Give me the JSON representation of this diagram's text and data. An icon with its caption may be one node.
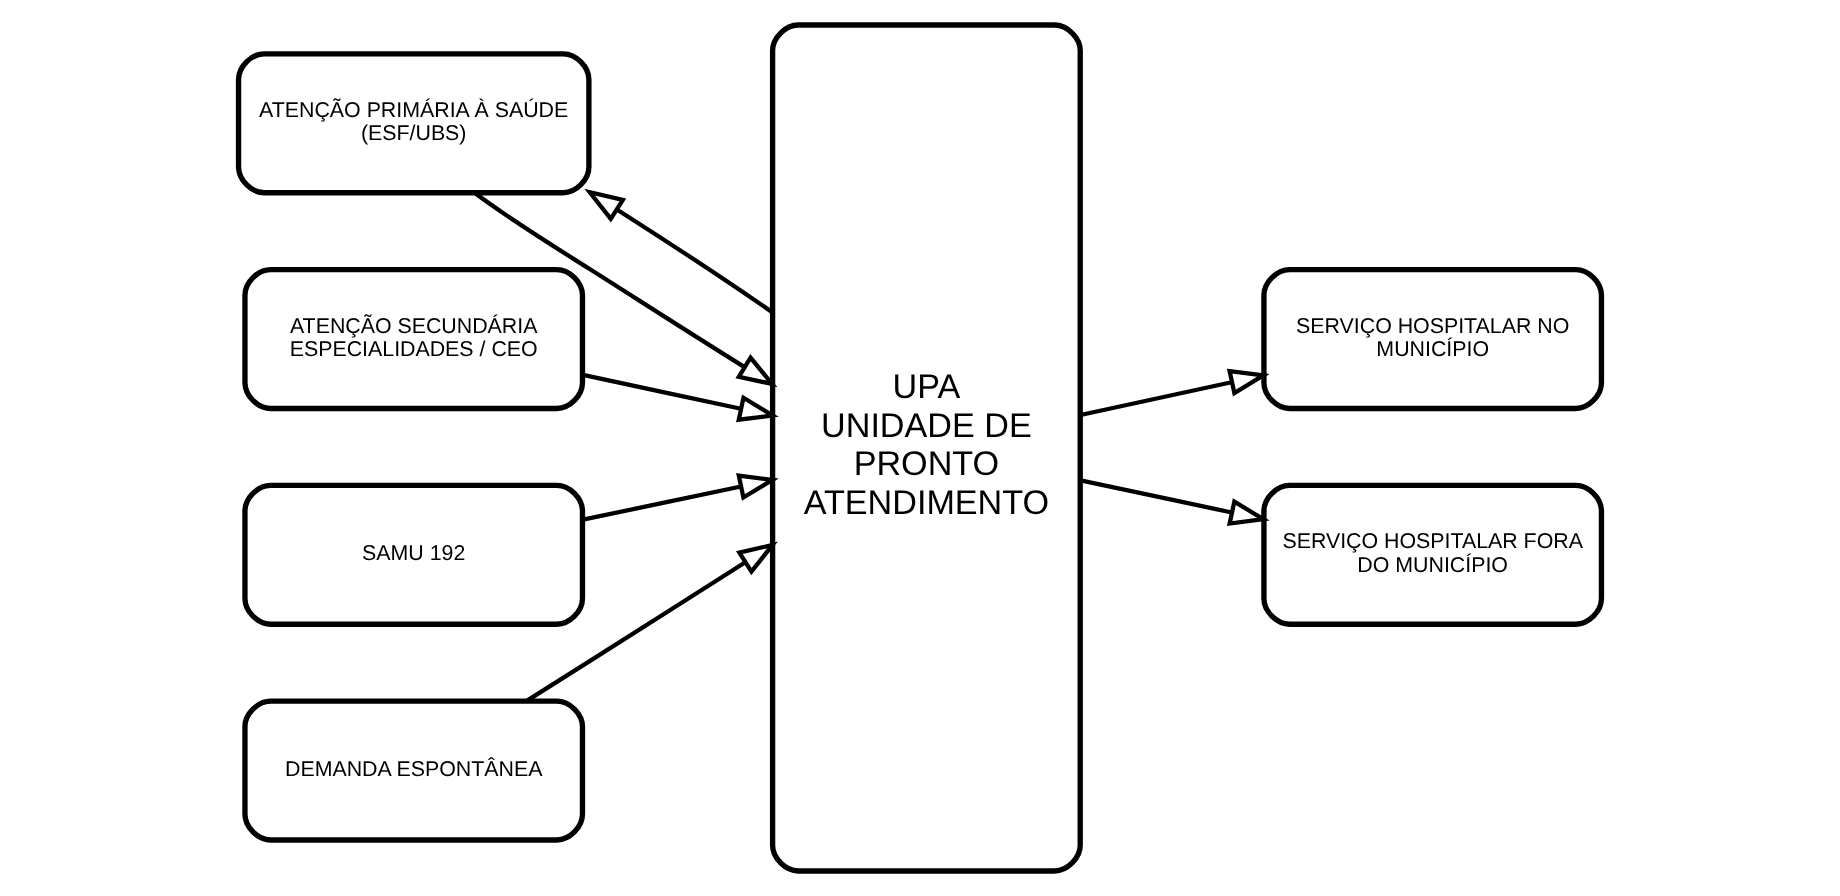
{
  "diagram": {
    "nodes": [
      {
        "text": [
          "ATENÇÃO PRIMÁRIA À SAÚDE (ESF/UBS)"
        ]
      },
      {
        "text": [
          "ATENÇÃO SECUNDÁRIA ESPECIALIDADES / CEO"
        ]
      },
      {
        "text": [
          "SAMU 192"
        ]
      },
      {
        "text": [
          "DEMANDA ESPONTÂNEA"
        ]
      },
      {
        "text": [
          "UPA",
          "UNIDADE DE PRONTO ATENDIMENTO"
        ]
      },
      {
        "text": [
          "SERVIÇO HOSPITALAR NO MUNICÍPIO"
        ]
      },
      {
        "text": [
          "SERVIÇO HOSPITALAR FORA DO MUNICÍPIO"
        ]
      }
    ],
    "edges": [
      {
        "from": 4,
        "to": 0,
        "arrow": "to"
      },
      {
        "from": 0,
        "to": 4,
        "arrow": "to"
      },
      {
        "from": 1,
        "to": 4,
        "arrow": "to"
      },
      {
        "from": 2,
        "to": 4,
        "arrow": "to"
      },
      {
        "from": 3,
        "to": 4,
        "arrow": "to"
      },
      {
        "from": 4,
        "to": 5,
        "arrow": "to"
      },
      {
        "from": 4,
        "to": 6,
        "arrow": "to"
      }
    ]
  }
}
